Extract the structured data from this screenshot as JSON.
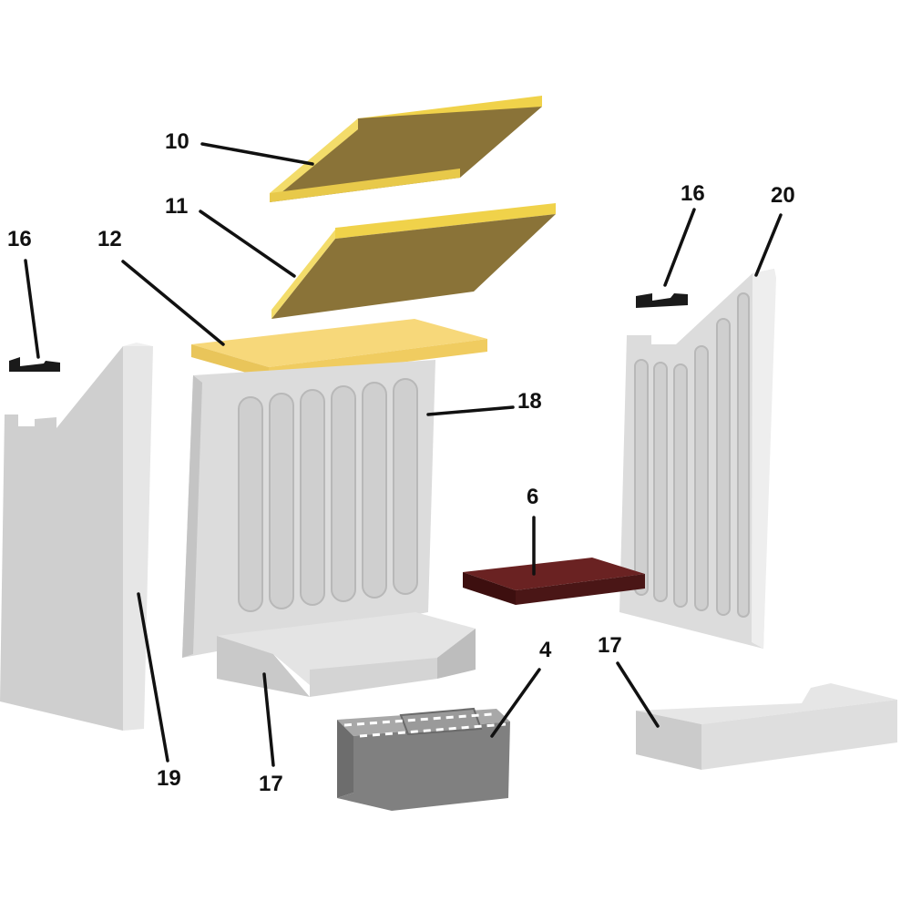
{
  "diagram": {
    "callouts": [
      {
        "id": "c10",
        "label": "10"
      },
      {
        "id": "c11",
        "label": "11"
      },
      {
        "id": "c12",
        "label": "12"
      },
      {
        "id": "c16-left",
        "label": "16"
      },
      {
        "id": "c16-right",
        "label": "16"
      },
      {
        "id": "c20",
        "label": "20"
      },
      {
        "id": "c18",
        "label": "18"
      },
      {
        "id": "c6",
        "label": "6"
      },
      {
        "id": "c4",
        "label": "4"
      },
      {
        "id": "c17-right",
        "label": "17"
      },
      {
        "id": "c17-left",
        "label": "17"
      },
      {
        "id": "c19",
        "label": "19"
      }
    ],
    "colors": {
      "insulation_board": "#8a7338",
      "insulation_edge": "#f0d24a",
      "baffle_plate": "#f5d46a",
      "fire_brick": "#d9d9d9",
      "brick_shadow": "#bcbcbc",
      "base_plate": "#4a1616",
      "ash_box": "#7a7a7a",
      "clip": "#1a1a1a"
    }
  }
}
